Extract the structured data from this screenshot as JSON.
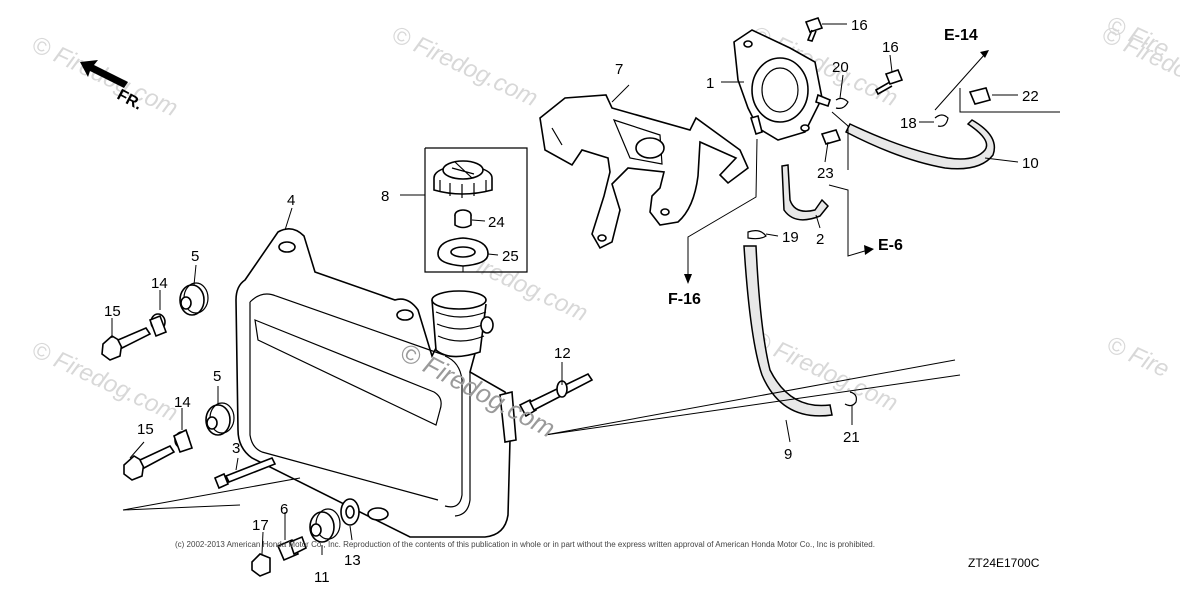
{
  "orientation_label": "FR.",
  "watermarks": [
    "© Firedog.com",
    "© Firedog.com",
    "© Firedog.com",
    "© Firedog.com",
    "© Firedog.com",
    "© Firedog.com",
    "© Firedog.com",
    "© Fire",
    "© Fire"
  ],
  "overlay_watermark": "© Firedog.com",
  "callouts": {
    "c1": "1",
    "c2": "2",
    "c3": "3",
    "c4": "4",
    "c5a": "5",
    "c5b": "5",
    "c6": "6",
    "c7": "7",
    "c8": "8",
    "c9": "9",
    "c10": "10",
    "c11": "11",
    "c12": "12",
    "c13": "13",
    "c14a": "14",
    "c14b": "14",
    "c15a": "15",
    "c15b": "15",
    "c16a": "16",
    "c16b": "16",
    "c17": "17",
    "c18": "18",
    "c19": "19",
    "c20": "20",
    "c21": "21",
    "c22": "22",
    "c23": "23",
    "c24": "24",
    "c25": "25"
  },
  "references": {
    "e14": "E-14",
    "e6": "E-6",
    "f16": "F-16"
  },
  "copyright": "(c) 2002-2013 American Honda Motor Co., Inc. Reproduction of the contents of this publication in whole or in part without the express written approval of American Honda Motor Co., Inc is prohibited.",
  "diagram_code": "ZT24E1700C"
}
